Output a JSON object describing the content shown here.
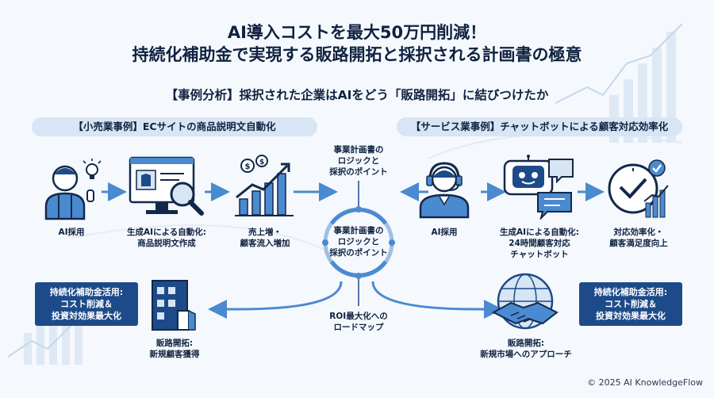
{
  "header": {
    "title_line1": "AI導入コストを最大50万円削減！",
    "title_line2": "持続化補助金で実現する販路開拓と採択される計画書の極意",
    "subtitle": "【事例分析】採択された企業はAIをどう「販路開拓」に結びつけたか"
  },
  "left_case": {
    "banner": "【小売業事例】ECサイトの商品説明文自動化",
    "step1": "AI採用",
    "step2_line1": "生成AIによる自動化:",
    "step2_line2": "商品説明文作成",
    "step3_line1": "売上増・",
    "step3_line2": "顧客流入増加",
    "result_line1": "販路開拓:",
    "result_line2": "新規顧客獲得",
    "tag_line1": "持続化補助金活用:",
    "tag_line2": "コスト削減＆",
    "tag_line3": "投資対効果最大化"
  },
  "right_case": {
    "banner": "【サービス業事例】チャットボットによる顧客対応効率化",
    "step1": "AI採用",
    "step2_line1": "生成AIによる自動化:",
    "step2_line2": "24時間顧客対応",
    "step2_line3": "チャットボット",
    "step3_line1": "対応効率化・",
    "step3_line2": "顧客満足度向上",
    "result_line1": "販路開拓:",
    "result_line2": "新規市場へのアプローチ",
    "tag_line1": "持続化補助金活用:",
    "tag_line2": "コスト削減＆",
    "tag_line3": "投資対効果最大化"
  },
  "center": {
    "top_line1": "事業計画書の",
    "top_line2": "ロジックと",
    "top_line3": "採択のポイント",
    "hub_line1": "事業計画書の",
    "hub_line2": "ロジックと",
    "hub_line3": "採択のポイント",
    "bottom_line1": "ROI最大化への",
    "bottom_line2": "ロードマップ"
  },
  "footer": {
    "copyright": "© 2025 AI KnowledgeFlow"
  },
  "colors": {
    "primary": "#1d4b8a",
    "accent": "#4a8ad0",
    "banner": "#d7e5f4",
    "light": "#a9c8ea"
  },
  "icons": [
    "person-idea-icon",
    "monitor-search-icon",
    "growth-chart-icon",
    "store-icon",
    "operator-icon",
    "chatbot-icon",
    "clock-growth-icon",
    "globe-handshake-icon"
  ]
}
